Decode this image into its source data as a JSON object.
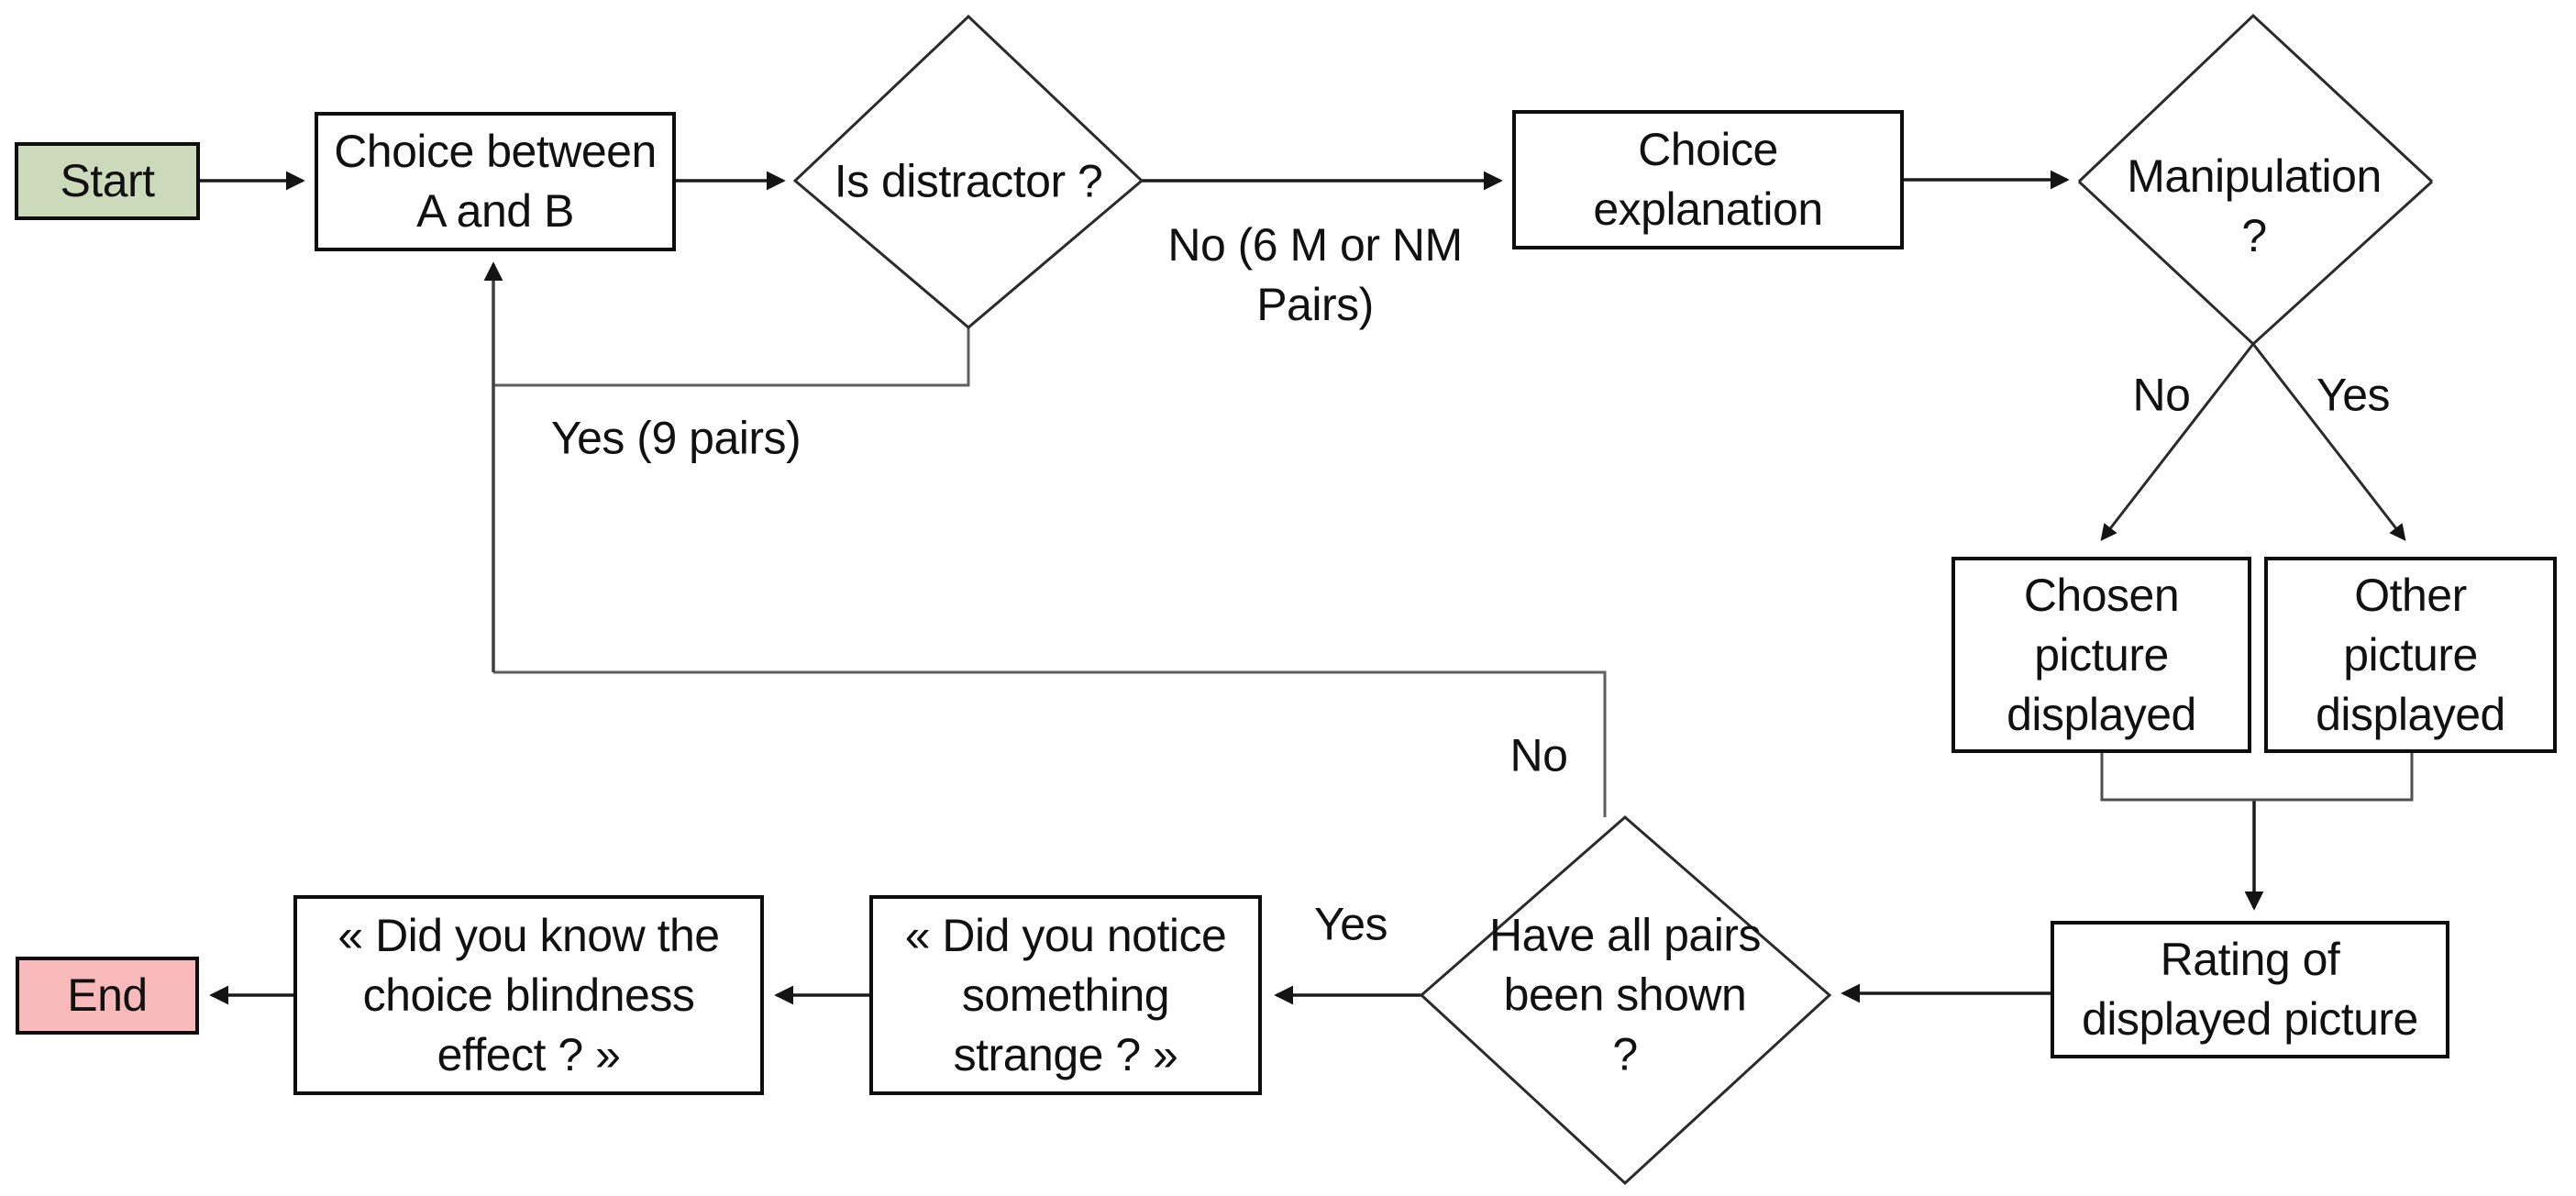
{
  "flowchart": {
    "title": "Choice blindness experiment procedure flowchart",
    "nodes": {
      "start": {
        "label": "Start",
        "fill": "#ccdabb"
      },
      "choice": {
        "label": "Choice between\nA and B"
      },
      "is_distractor": {
        "label": "Is distractor ?"
      },
      "choice_explanation": {
        "label": "Choice\nexplanation"
      },
      "manipulation": {
        "label": "Manipulation\n?"
      },
      "chosen_picture": {
        "label": "Chosen\npicture\ndisplayed"
      },
      "other_picture": {
        "label": "Other\npicture\ndisplayed"
      },
      "rating": {
        "label": "Rating of\ndisplayed picture"
      },
      "all_pairs_shown": {
        "label": "Have all pairs\nbeen shown\n?"
      },
      "notice_strange": {
        "label": "« Did you notice\nsomething\nstrange ? »"
      },
      "know_effect": {
        "label": "« Did you know the\nchoice blindness\neffect ? »"
      },
      "end": {
        "label": "End",
        "fill": "#f7b9b9"
      }
    },
    "edge_labels": {
      "distractor_no": "No (6 M or NM\nPairs)",
      "distractor_yes": "Yes (9 pairs)",
      "manipulation_no": "No",
      "manipulation_yes": "Yes",
      "all_pairs_no": "No",
      "all_pairs_yes": "Yes"
    },
    "colors": {
      "start_fill": "#ccdabb",
      "end_fill": "#f7b9b9",
      "line": "#1a1a1a",
      "loop_line": "#5f5f5f"
    }
  }
}
